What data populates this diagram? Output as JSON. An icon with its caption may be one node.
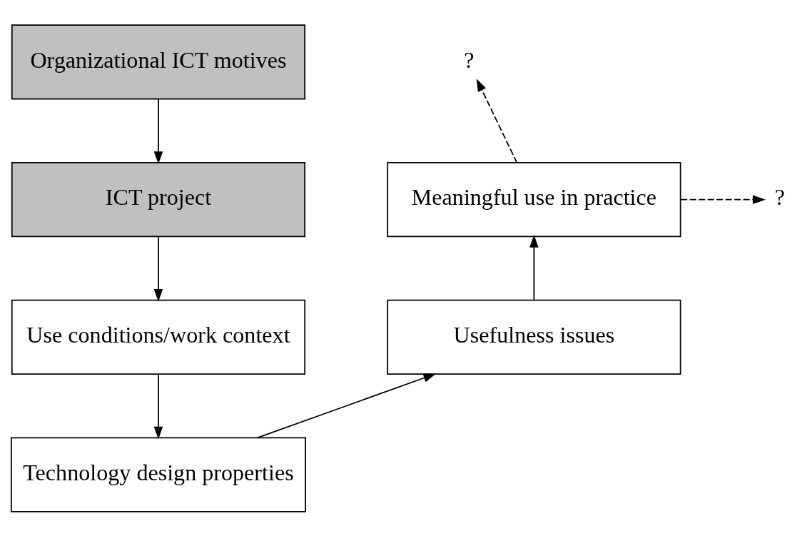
{
  "diagram": {
    "nodes": [
      {
        "text": [
          "Organizational ICT motives"
        ]
      },
      {
        "text": [
          "ICT project"
        ]
      },
      {
        "text": [
          "Use conditions/work context"
        ]
      },
      {
        "text": [
          "Technology design properties"
        ]
      },
      {
        "text": [
          "Usefulness issues"
        ]
      },
      {
        "text": [
          "Meaningful use in practice"
        ]
      },
      {
        "text": [
          "?"
        ]
      },
      {
        "text": [
          "?"
        ]
      }
    ],
    "edges": [
      {
        "from": 0,
        "to": 1,
        "arrow": "to"
      },
      {
        "from": 1,
        "to": 2,
        "arrow": "to"
      },
      {
        "from": 2,
        "to": 3,
        "arrow": "to"
      },
      {
        "from": 3,
        "to": 4,
        "arrow": "to"
      },
      {
        "from": 4,
        "to": 5,
        "arrow": "to"
      },
      {
        "from": 5,
        "to": 6,
        "arrow": "to",
        "style": "dashed"
      },
      {
        "from": 5,
        "to": 7,
        "arrow": "to",
        "style": "dashed"
      }
    ]
  }
}
